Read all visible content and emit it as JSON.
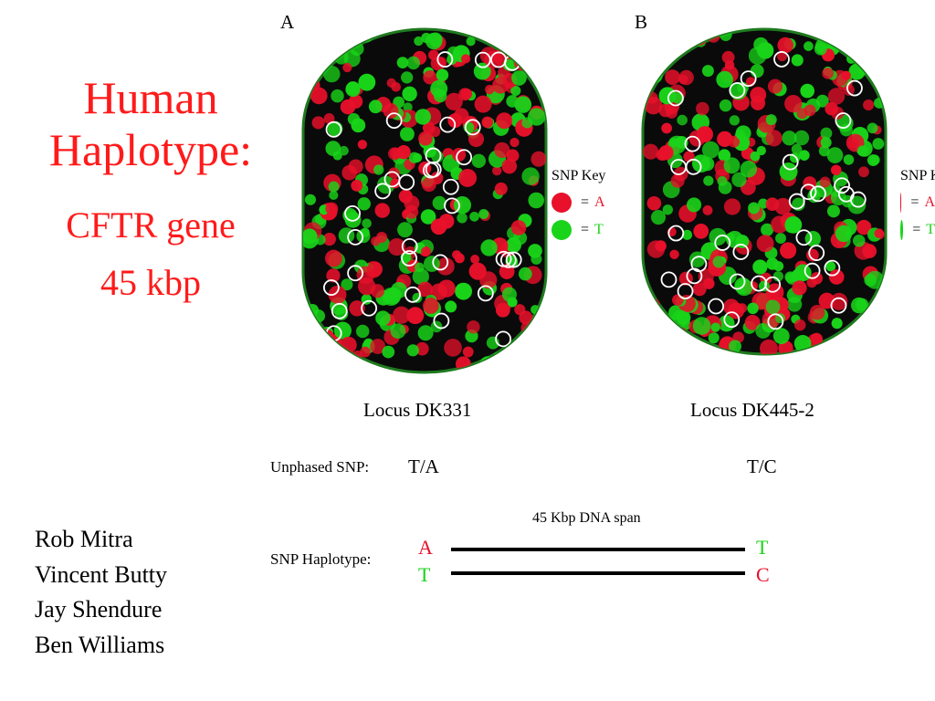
{
  "title": {
    "line1": "Human",
    "line2": "Haplotype:",
    "line3": "CFTR gene",
    "line4": "45 kbp"
  },
  "authors": [
    "Rob Mitra",
    "Vincent Butty",
    "Jay Shendure",
    "Ben Williams"
  ],
  "colors": {
    "title": "#ff1a1a",
    "allele_a": "#e8102a",
    "allele_t": "#19d419",
    "background_array": "#0a0a0a"
  },
  "panels": [
    {
      "label": "A",
      "locus": "Locus DK331",
      "snp_key": {
        "title": "SNP Key",
        "entries": [
          {
            "color": "#e8102a",
            "symbol": "=",
            "allele": "A"
          },
          {
            "color": "#19d419",
            "symbol": "=",
            "allele": "T"
          }
        ]
      }
    },
    {
      "label": "B",
      "locus": "Locus DK445-2",
      "snp_key": {
        "title": "SNP Key",
        "entries": [
          {
            "color": "#e8102a",
            "symbol": "=",
            "allele": "A"
          },
          {
            "color": "#19d419",
            "symbol": "=",
            "allele": "T"
          }
        ]
      }
    }
  ],
  "unphased": {
    "label": "Unphased SNP:",
    "locus_a_value": "T/A",
    "locus_b_value": "T/C"
  },
  "haplotype": {
    "label": "SNP Haplotype:",
    "span_label": "45 Kbp DNA span",
    "strand1": {
      "left": "A",
      "right": "T"
    },
    "strand2": {
      "left": "T",
      "right": "C"
    }
  }
}
